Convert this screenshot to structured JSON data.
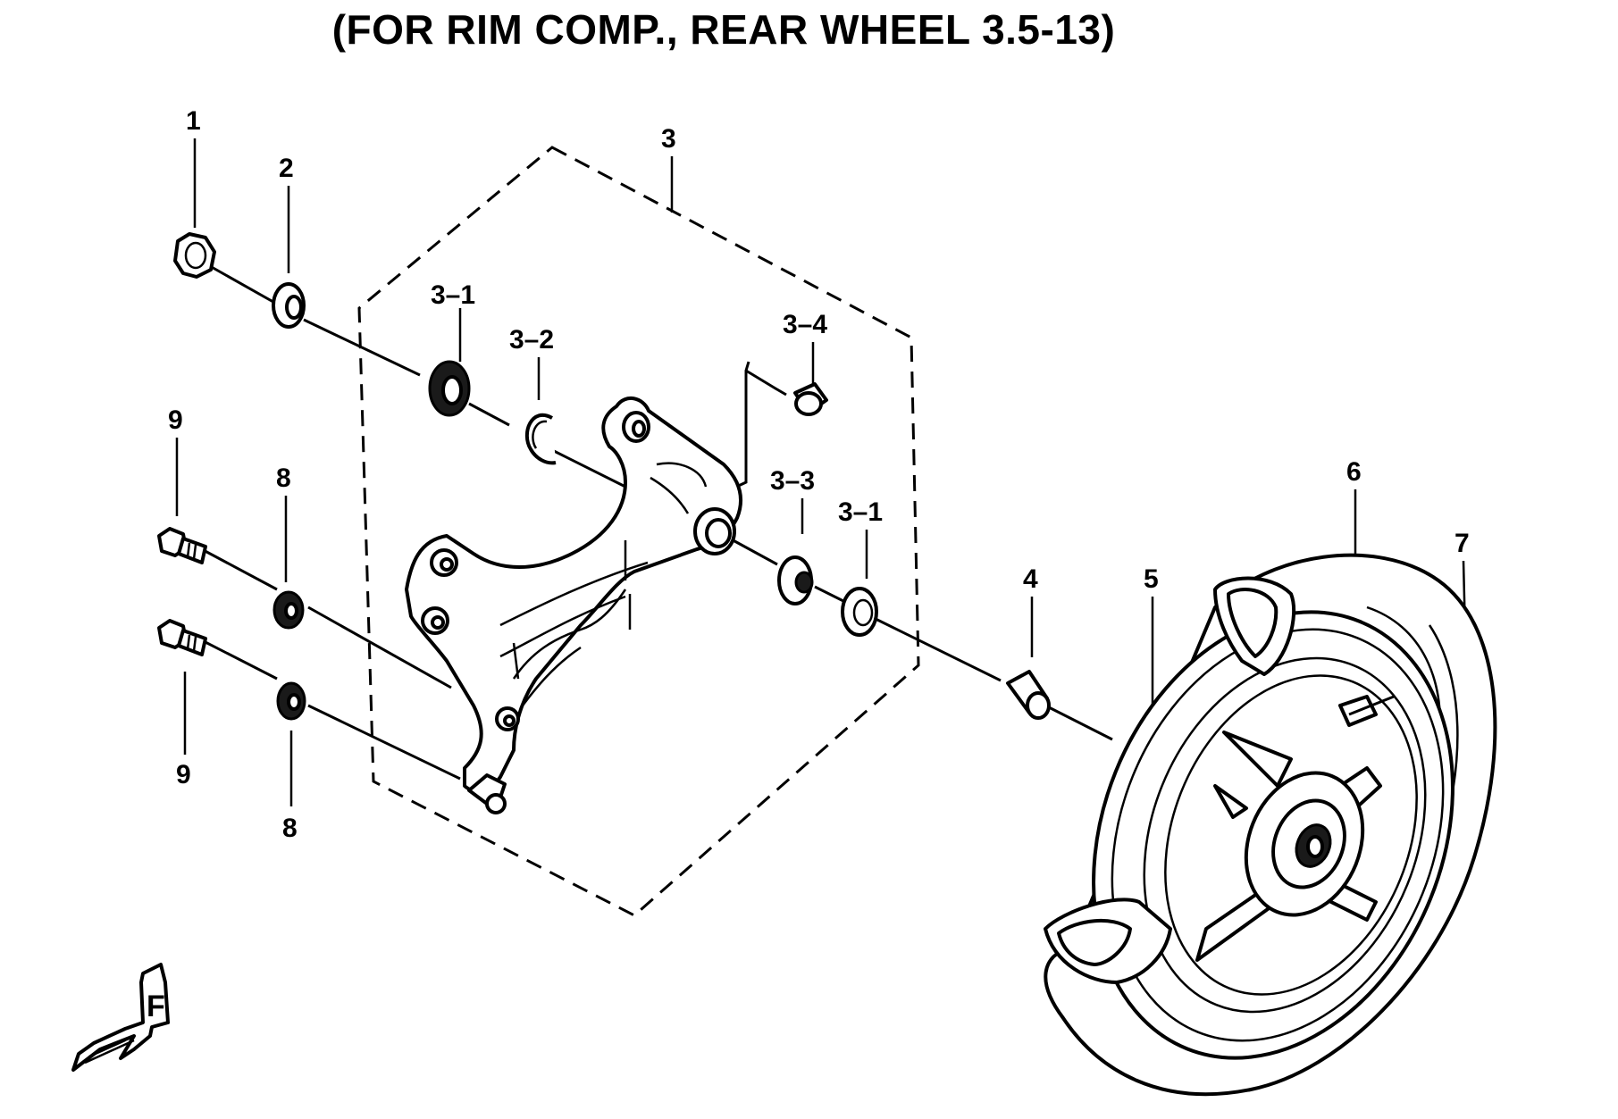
{
  "title": "(FOR RIM COMP., REAR WHEEL 3.5-13)",
  "callouts": {
    "c1": "1",
    "c2": "2",
    "c3": "3",
    "c3_1a": "3–1",
    "c3_2": "3–2",
    "c3_4": "3–4",
    "c3_3": "3–3",
    "c3_1b": "3–1",
    "c4": "4",
    "c5": "5",
    "c6": "6",
    "c7": "7",
    "c8a": "8",
    "c8b": "8",
    "c9a": "9",
    "c9b": "9"
  },
  "front_marker": "F"
}
